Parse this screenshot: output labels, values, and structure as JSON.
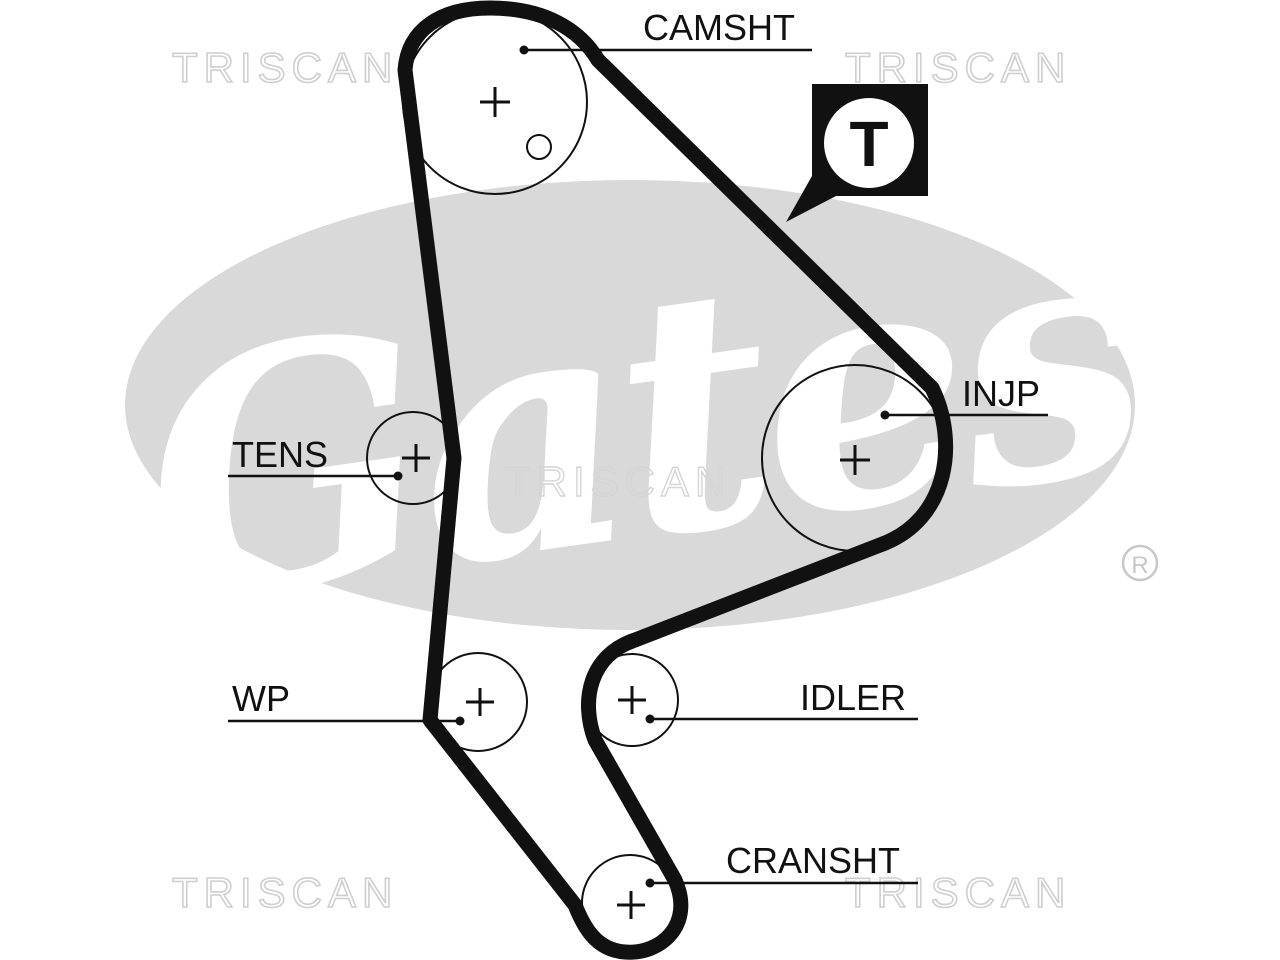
{
  "colors": {
    "belt": "#111111",
    "logo_background": "#d9d9d9",
    "watermark": "#cfcfcf",
    "badge": "#111111"
  },
  "brand": {
    "logo_text": "Gates",
    "registered_mark": "®"
  },
  "watermarks": [
    "TRISCAN",
    "TRISCAN",
    "TRISCAN",
    "TRISCAN",
    "TRISCAN"
  ],
  "badge": {
    "letter": "T",
    "icon": "tensioner-callout-icon"
  },
  "labels": {
    "camshaft": "CAMSHT",
    "injection_pump": "INJP",
    "tensioner": "TENS",
    "water_pump": "WP",
    "idler": "IDLER",
    "crankshaft": "CRANSHT"
  }
}
